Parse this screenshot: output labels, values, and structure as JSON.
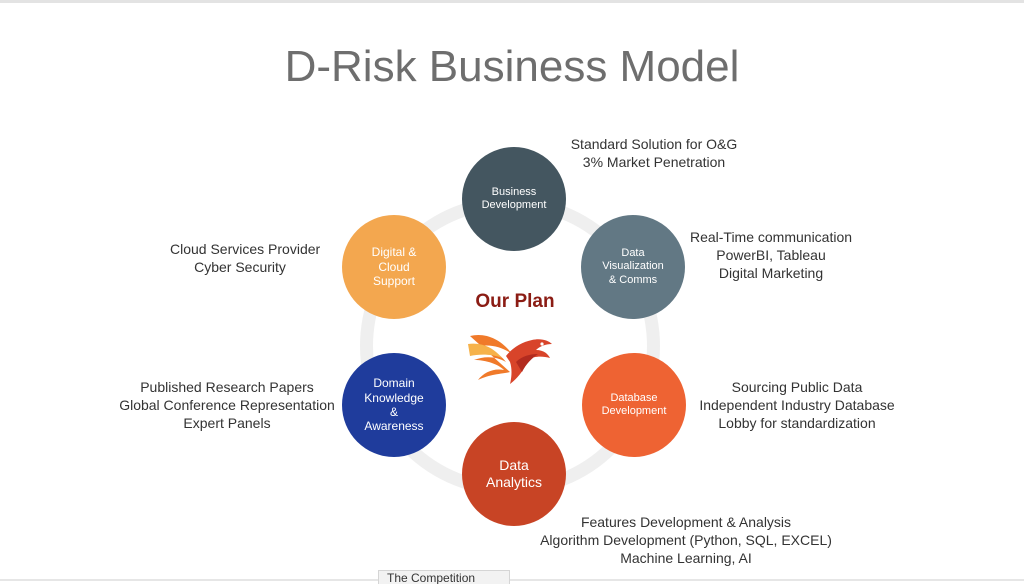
{
  "title": "D-Risk Business Model",
  "center_label": "Our Plan",
  "logo_icon": "phoenix-bird-icon",
  "nodes": [
    {
      "key": "business-development",
      "label": "Business\nDevelopment",
      "color": "#445660"
    },
    {
      "key": "data-visualization",
      "label": "Data\nVisualization\n& Comms",
      "color": "#627884"
    },
    {
      "key": "database-development",
      "label": "Database\nDevelopment",
      "color": "#ee6333"
    },
    {
      "key": "data-analytics",
      "label": "Data\nAnalytics",
      "color": "#c84425"
    },
    {
      "key": "domain-knowledge",
      "label": "Domain\nKnowledge\n&\nAwareness",
      "color": "#1f3c9c"
    },
    {
      "key": "digital-cloud",
      "label": "Digital &\nCloud\nSupport",
      "color": "#f3a74f"
    }
  ],
  "notes": {
    "business_development": [
      "Standard Solution for O&G",
      "3% Market Penetration"
    ],
    "data_visualization": [
      "Real-Time communication",
      "PowerBI, Tableau",
      "Digital Marketing"
    ],
    "database_development": [
      "Sourcing Public Data",
      "Independent Industry Database",
      "Lobby for standardization"
    ],
    "data_analytics": [
      "Features Development & Analysis",
      "Algorithm Development (Python, SQL, EXCEL)",
      "Machine Learning, AI"
    ],
    "domain_knowledge": [
      "Published Research Papers",
      "Global Conference Representation",
      "Expert Panels"
    ],
    "digital_cloud": [
      "Cloud Services Provider",
      "Cyber Security"
    ]
  },
  "bottom_tab": "The Competition"
}
